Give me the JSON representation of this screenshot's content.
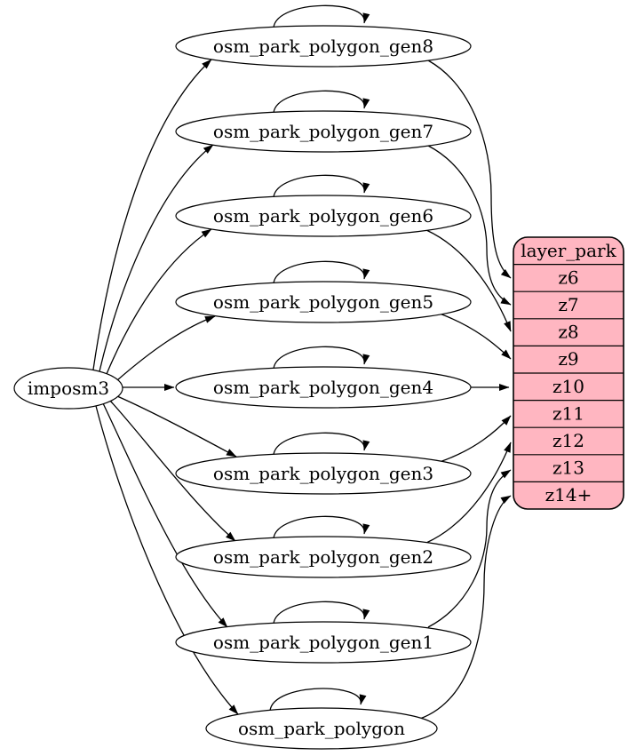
{
  "diagram": {
    "source": {
      "label": "imposm3"
    },
    "generalized_tables": [
      {
        "label": "osm_park_polygon_gen8",
        "maps_to": "z6",
        "self_loop": true
      },
      {
        "label": "osm_park_polygon_gen7",
        "maps_to": "z7",
        "self_loop": true
      },
      {
        "label": "osm_park_polygon_gen6",
        "maps_to": "z8",
        "self_loop": true
      },
      {
        "label": "osm_park_polygon_gen5",
        "maps_to": "z9",
        "self_loop": true
      },
      {
        "label": "osm_park_polygon_gen4",
        "maps_to": "z10",
        "self_loop": true
      },
      {
        "label": "osm_park_polygon_gen3",
        "maps_to": "z11",
        "self_loop": true
      },
      {
        "label": "osm_park_polygon_gen2",
        "maps_to": "z12",
        "self_loop": true
      },
      {
        "label": "osm_park_polygon_gen1",
        "maps_to": "z13",
        "self_loop": true
      },
      {
        "label": "osm_park_polygon",
        "maps_to": "z14+",
        "self_loop": true
      }
    ],
    "layer": {
      "title": "layer_park",
      "rows": [
        "z6",
        "z7",
        "z8",
        "z9",
        "z10",
        "z11",
        "z12",
        "z13",
        "z14+"
      ]
    },
    "colors": {
      "layer_fill": "#ffb6c1",
      "node_fill": "#ffffff",
      "stroke": "#000000",
      "background": "#ffffff"
    }
  }
}
